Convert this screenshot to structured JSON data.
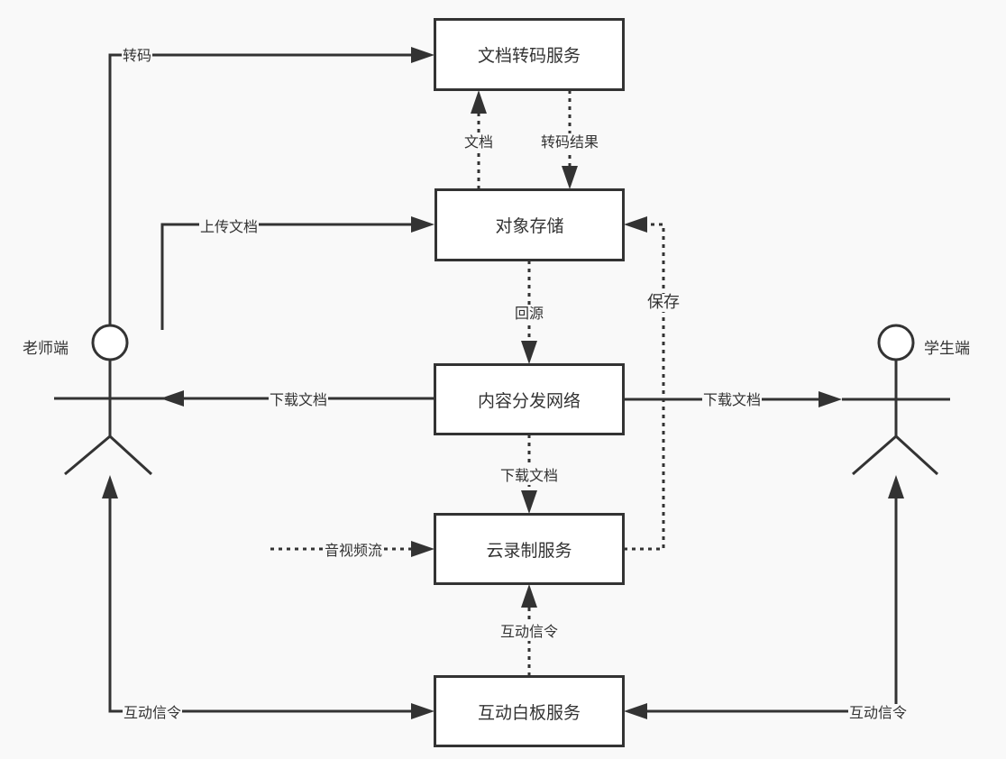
{
  "nodes": {
    "transcode": "文档转码服务",
    "storage": "对象存储",
    "cdn": "内容分发网络",
    "recording": "云录制服务",
    "whiteboard": "互动白板服务"
  },
  "actors": {
    "teacher": "老师端",
    "student": "学生端"
  },
  "edges": {
    "teacher_transcode": "转码",
    "storage_to_transcode": "文档",
    "transcode_result": "转码结果",
    "teacher_upload": "上传文档",
    "back_to_origin": "回源",
    "save": "保存",
    "cdn_to_teacher": "下载文档",
    "cdn_to_student": "下载文档",
    "cdn_to_recording": "下载文档",
    "av_stream": "音视频流",
    "whiteboard_to_recording": "互动信令",
    "teacher_signal": "互动信令",
    "student_signal": "互动信令"
  },
  "colors": {
    "line": "#333333",
    "background": "#f9f9f9",
    "box_fill": "#ffffff"
  }
}
